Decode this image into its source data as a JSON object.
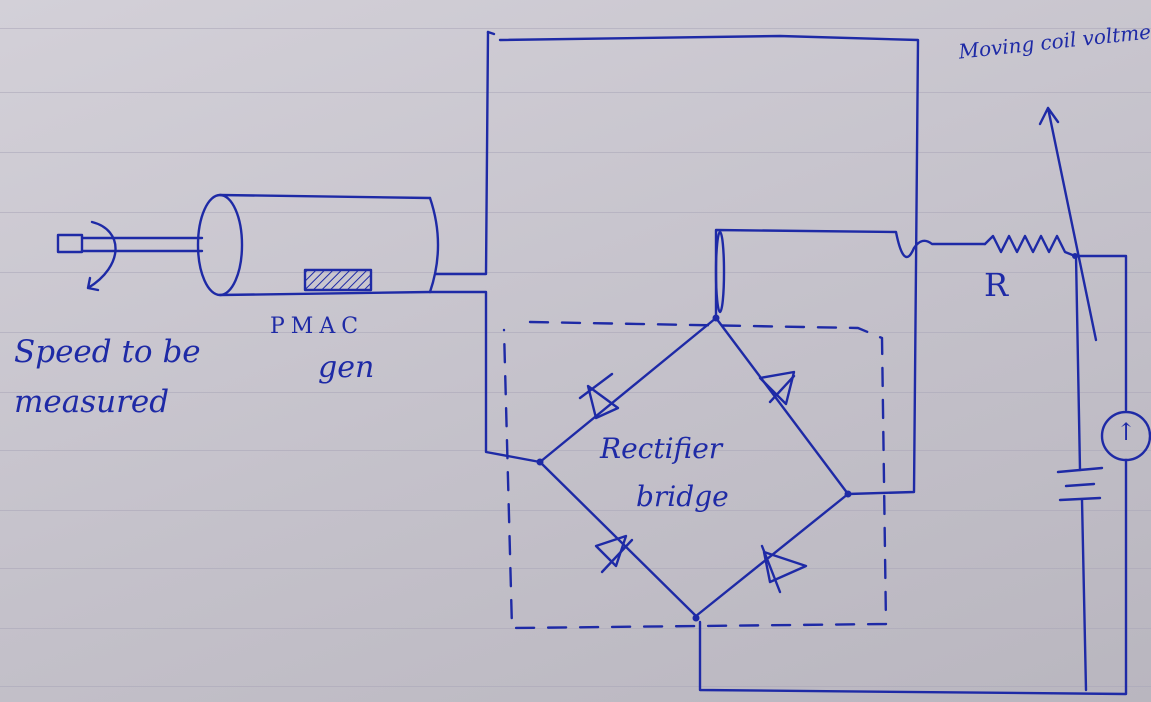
{
  "labels": {
    "meter": "Moving coil voltmeter",
    "resistor": "R",
    "generator_line1": "PMAC",
    "generator_line2": "gen",
    "speed_line1": "Speed to be",
    "speed_line2": "measured",
    "bridge_line1": "Rectifier",
    "bridge_line2": "bridge",
    "meter_symbol": "↑"
  },
  "colors": {
    "ink": "#1e2aa6",
    "paper": "#cfccd4",
    "ruled_line": "#a9a6b8"
  }
}
